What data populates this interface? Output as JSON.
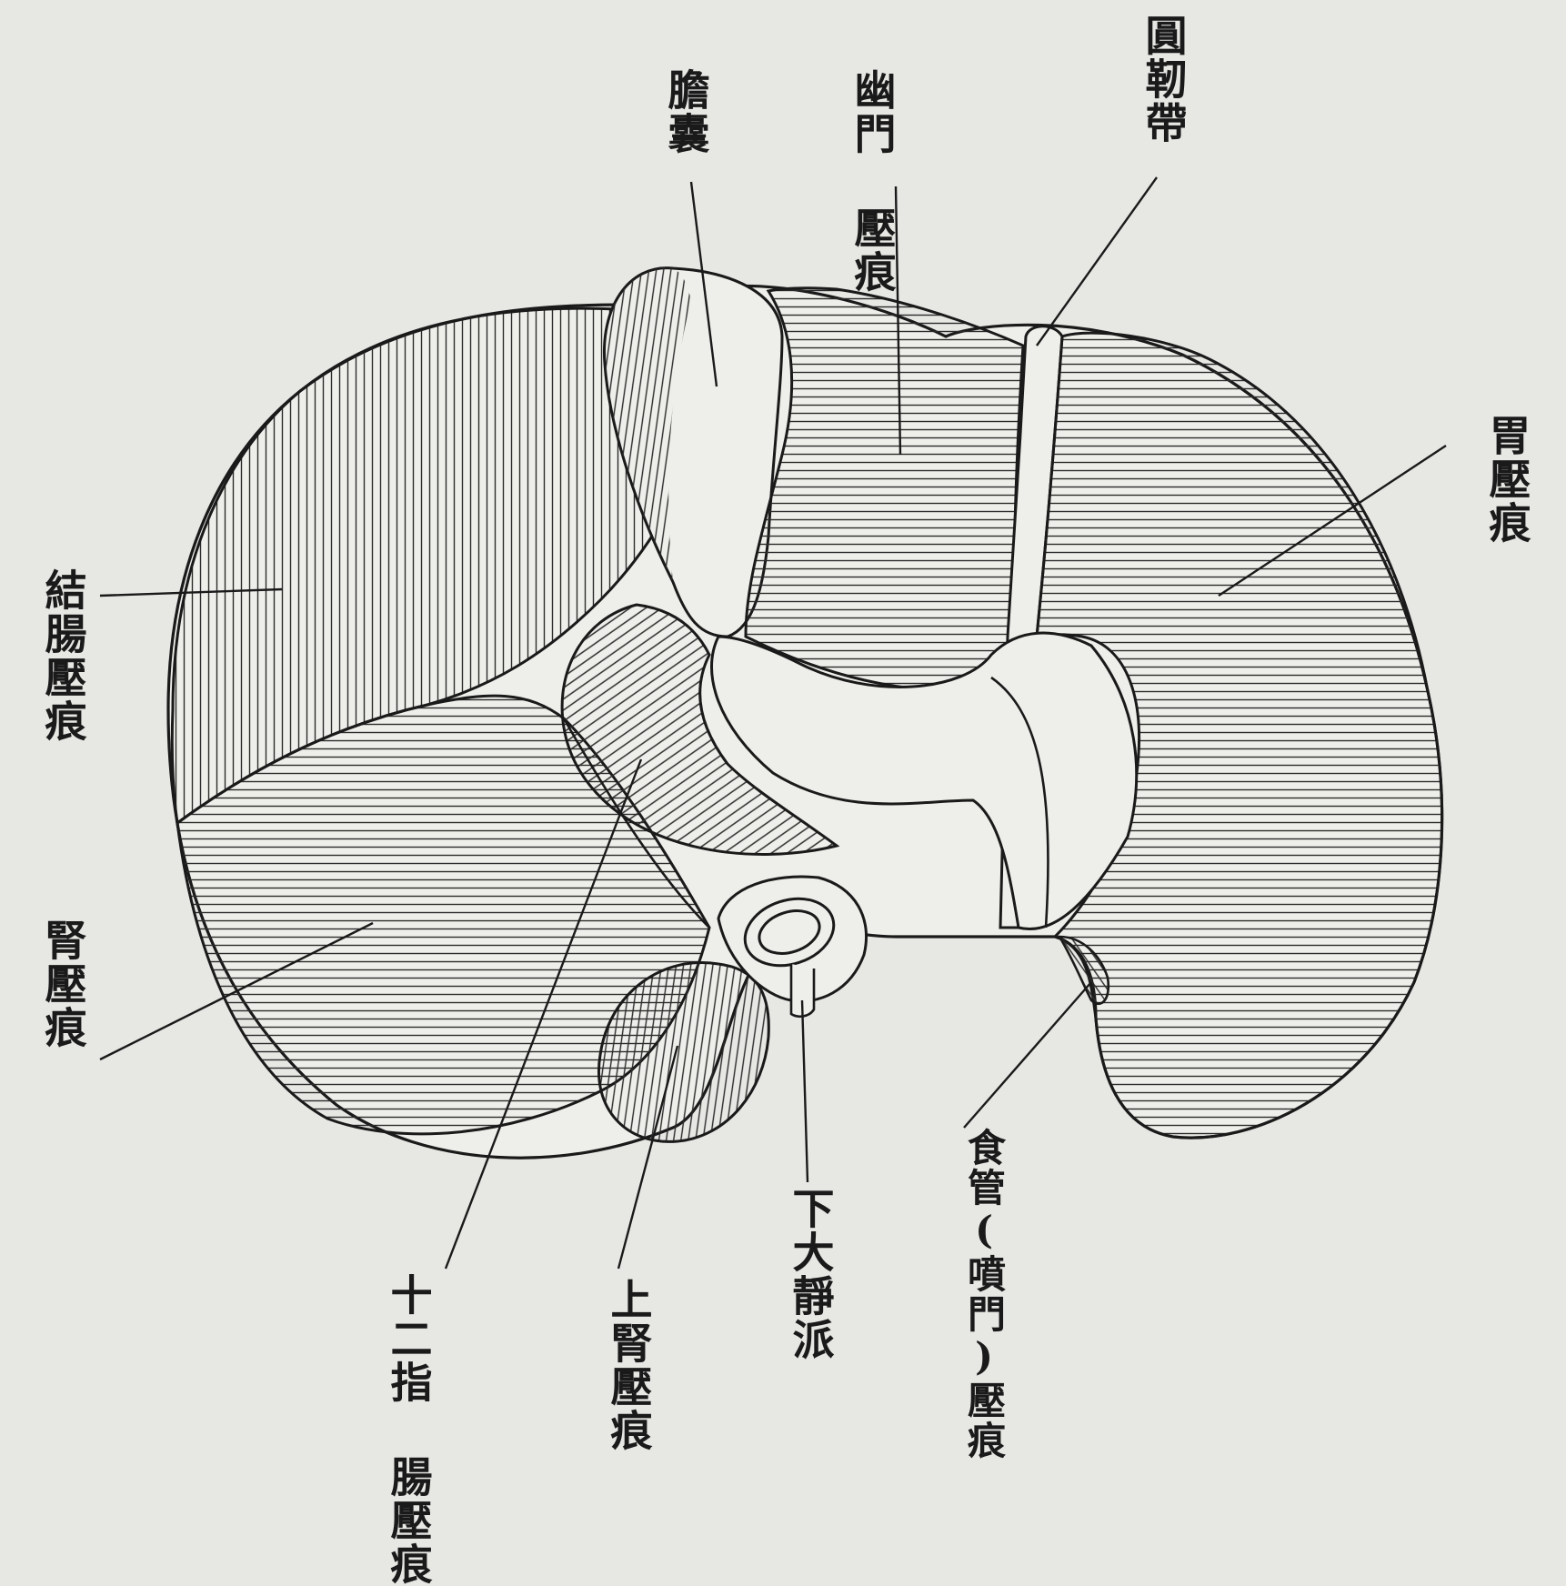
{
  "diagram": {
    "labels": {
      "gallbladder": [
        "膽",
        "囊"
      ],
      "pyloric_impression": [
        "幽門",
        "壓痕"
      ],
      "round_ligament": [
        "圓",
        "靭",
        "帶"
      ],
      "gastric_impression": [
        "胃",
        "壓",
        "痕"
      ],
      "colic_impression": [
        "結",
        "腸",
        "壓",
        "痕"
      ],
      "renal_impression": [
        "腎",
        "壓",
        "痕"
      ],
      "duodenal_impression": [
        "十二指",
        "腸壓痕"
      ],
      "suprarenal_impression": [
        "上",
        "腎",
        "壓",
        "痕"
      ],
      "inferior_vena_cava": [
        "下",
        "大",
        "靜",
        "派"
      ],
      "esophageal_impression": [
        "食管",
        "(噴門)",
        "壓痕"
      ]
    },
    "colors": {
      "ink": "#1a1a1a",
      "paper": "#e7e7e4",
      "hatch": "#2b2b2b"
    }
  }
}
